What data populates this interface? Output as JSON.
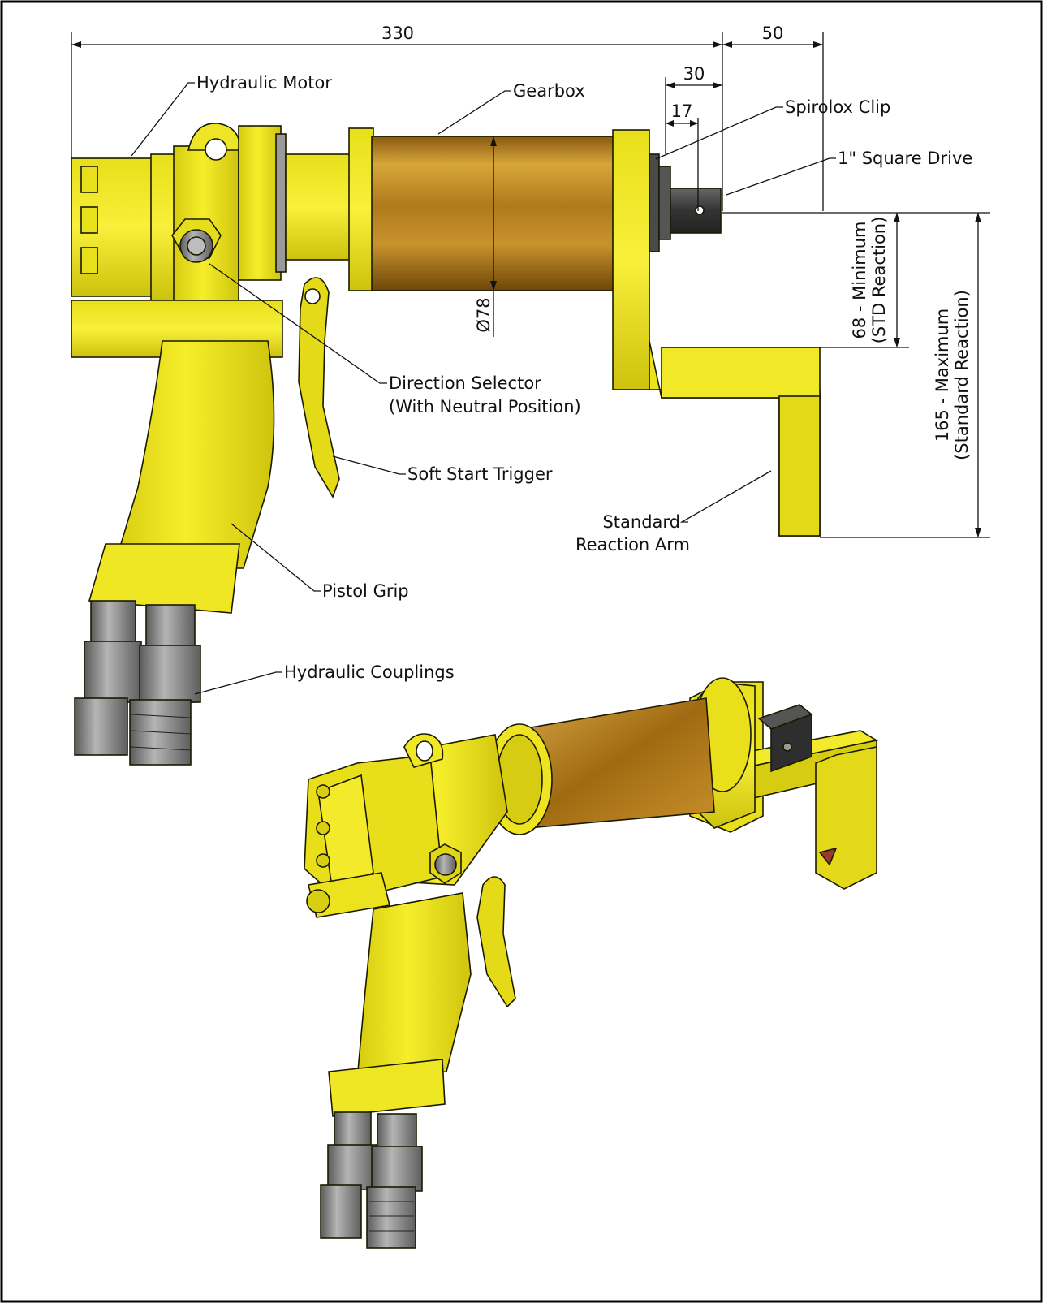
{
  "dimensions": {
    "overall_length": "330",
    "drive_extension": "50",
    "drive_length": "30",
    "clip_offset": "17",
    "gearbox_diameter": "Ø78",
    "min_reaction": "68 - Minimum",
    "min_reaction_note": "(STD Reaction)",
    "max_reaction": "165 - Maximum",
    "max_reaction_note": "(Standard Reaction)"
  },
  "callouts": {
    "hydraulic_motor": "Hydraulic Motor",
    "gearbox": "Gearbox",
    "spirolox_clip": "Spirolox Clip",
    "square_drive": "1\" Square Drive",
    "direction_selector": "Direction Selector",
    "direction_selector_note": "(With Neutral Position)",
    "soft_start_trigger": "Soft Start Trigger",
    "standard_reaction_arm_1": "Standard",
    "standard_reaction_arm_2": "Reaction Arm",
    "pistol_grip": "Pistol Grip",
    "hydraulic_couplings": "Hydraulic Couplings"
  },
  "colors": {
    "body_yellow": "#f2ea1e",
    "gearbox_gold": "#c9962a",
    "steel_grey": "#8d8d8d",
    "drive_dark": "#3a3a3a",
    "border": "#000000"
  }
}
